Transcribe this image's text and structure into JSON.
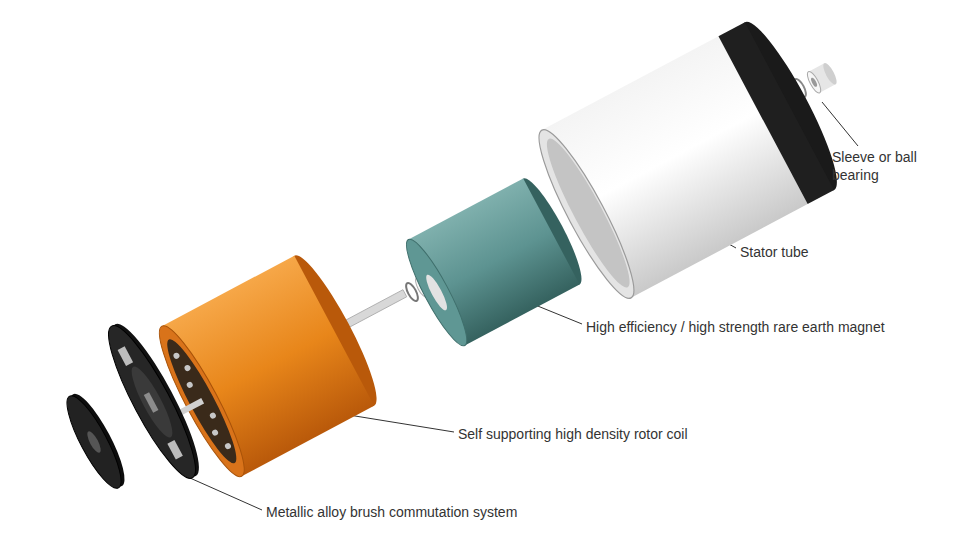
{
  "diagram": {
    "labels": [
      "Sleeve or ball bearing",
      "Stator tube",
      "High efficiency / high strength rare earth magnet",
      "Self supporting high density rotor coil",
      "Metallic alloy brush commutation system"
    ]
  }
}
